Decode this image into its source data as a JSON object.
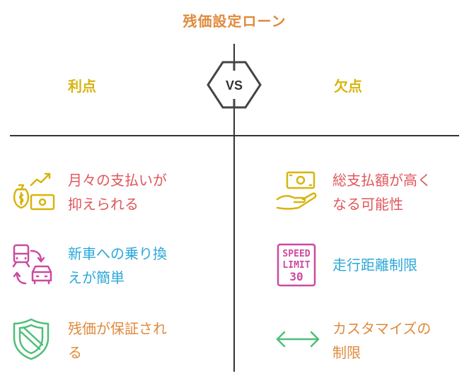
{
  "title": "残価設定ローン",
  "vs_label": "VS",
  "pros": {
    "heading": "利点",
    "items": [
      {
        "line1": "月々の支払いが",
        "line2": "抑えられる",
        "icon": "money-hand-icon",
        "color": "#d8b40e"
      },
      {
        "line1": "新車への乗り換",
        "line2": "えが簡単",
        "icon": "car-train-exchange-icon",
        "color": "#cc4aa0"
      },
      {
        "line1": "残価が保証され",
        "line2": "る",
        "icon": "shield-icon",
        "color": "#4fbf77"
      }
    ]
  },
  "cons": {
    "heading": "欠点",
    "items": [
      {
        "line1": "総支払額が高く",
        "line2": "なる可能性",
        "icon": "cash-hand-icon",
        "color": "#d8b40e"
      },
      {
        "line1": "走行距離制限",
        "line2": "",
        "icon": "speed-limit-sign-icon",
        "color": "#cc4aa0",
        "sign_text": [
          "SPEED",
          "LIMIT",
          "30"
        ]
      },
      {
        "line1": "カスタマイズの",
        "line2": "制限",
        "icon": "double-arrow-icon",
        "color": "#4fbf77"
      }
    ]
  },
  "text_colors": [
    "#e0565b",
    "#2aa8d8",
    "#e08a3c"
  ]
}
